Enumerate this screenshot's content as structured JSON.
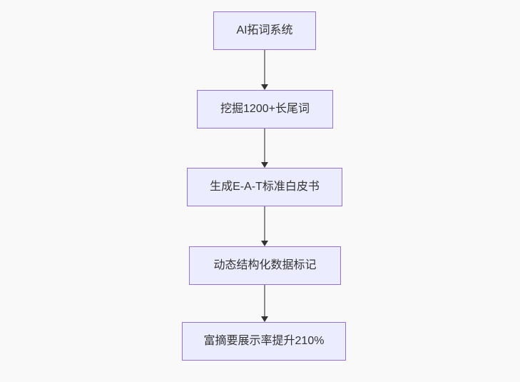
{
  "diagram": {
    "type": "flowchart",
    "direction": "top-down",
    "nodes": [
      {
        "id": "n1",
        "label": "AI拓词系统"
      },
      {
        "id": "n2",
        "label": "挖掘1200+长尾词"
      },
      {
        "id": "n3",
        "label": "生成E-A-T标准白皮书"
      },
      {
        "id": "n4",
        "label": "动态结构化数据标记"
      },
      {
        "id": "n5",
        "label": "富摘要展示率提升210%"
      }
    ],
    "edges": [
      {
        "from": "n1",
        "to": "n2"
      },
      {
        "from": "n2",
        "to": "n3"
      },
      {
        "from": "n3",
        "to": "n4"
      },
      {
        "from": "n4",
        "to": "n5"
      }
    ],
    "colors": {
      "canvas_background": "#f9f9f9",
      "node_fill": "#ECECFF",
      "node_border": "#9370DB",
      "node_text": "#333333",
      "edge_line": "#8c8c8c",
      "arrowhead": "#333333"
    }
  }
}
